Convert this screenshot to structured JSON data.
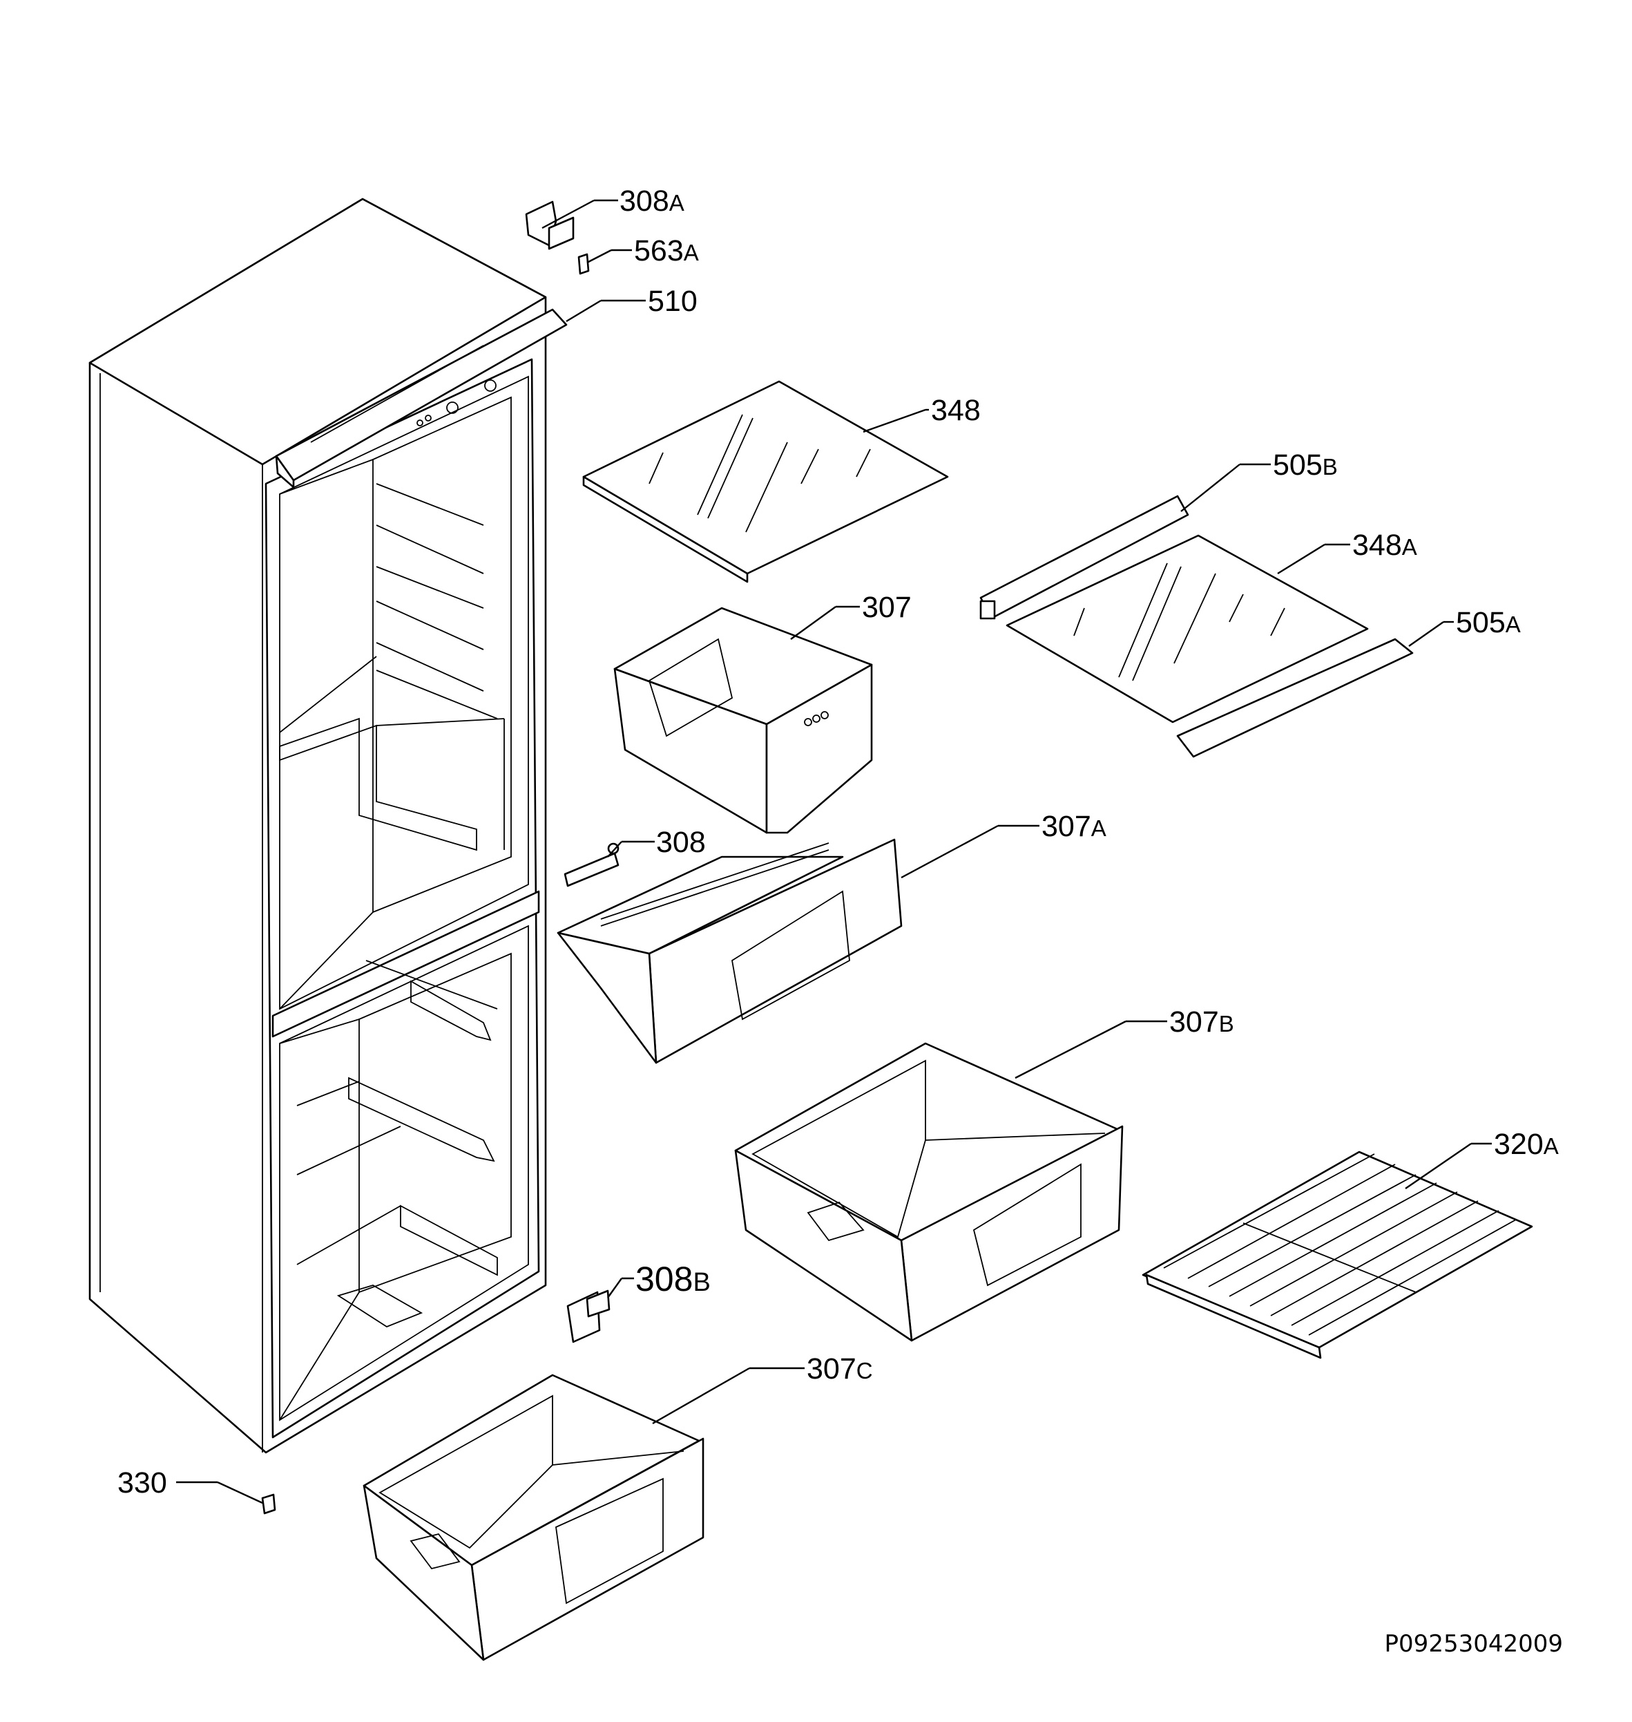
{
  "diagram_code": "P09253042009",
  "parts": [
    {
      "id": "308A",
      "num": "308",
      "suffix": "A"
    },
    {
      "id": "563A",
      "num": "563",
      "suffix": "A"
    },
    {
      "id": "510",
      "num": "510",
      "suffix": ""
    },
    {
      "id": "348",
      "num": "348",
      "suffix": ""
    },
    {
      "id": "505B",
      "num": "505",
      "suffix": "B"
    },
    {
      "id": "348A",
      "num": "348",
      "suffix": "A"
    },
    {
      "id": "307",
      "num": "307",
      "suffix": ""
    },
    {
      "id": "505A",
      "num": "505",
      "suffix": "A"
    },
    {
      "id": "308",
      "num": "308",
      "suffix": ""
    },
    {
      "id": "307A",
      "num": "307",
      "suffix": "A"
    },
    {
      "id": "307B",
      "num": "307",
      "suffix": "B"
    },
    {
      "id": "320A",
      "num": "320",
      "suffix": "A"
    },
    {
      "id": "308B",
      "num": "308",
      "suffix": "B"
    },
    {
      "id": "307C",
      "num": "307",
      "suffix": "C"
    },
    {
      "id": "330",
      "num": "330",
      "suffix": ""
    }
  ]
}
